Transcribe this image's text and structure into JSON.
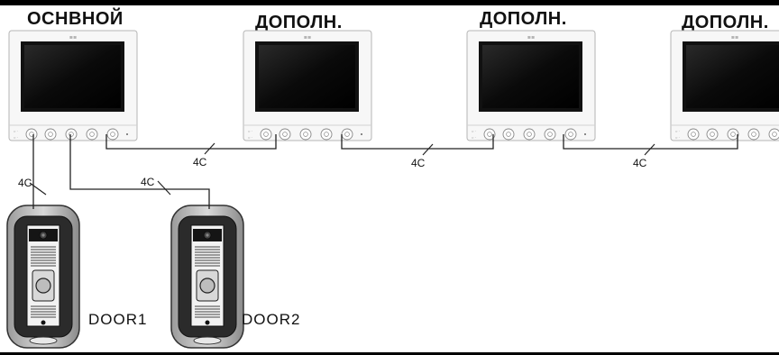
{
  "titles": {
    "main": "ОСНВНОЙ",
    "extra1": "ДОПОЛН.",
    "extra2": "ДОПОЛН.",
    "extra3": "ДОПОЛН."
  },
  "wires": {
    "m1_m2": "4C",
    "m2_m3": "4C",
    "m3_m4": "4C",
    "m1_door1": "4C",
    "m1_door2": "4C"
  },
  "doors": {
    "door1": "DOOR1",
    "door2": "DOOR2"
  }
}
